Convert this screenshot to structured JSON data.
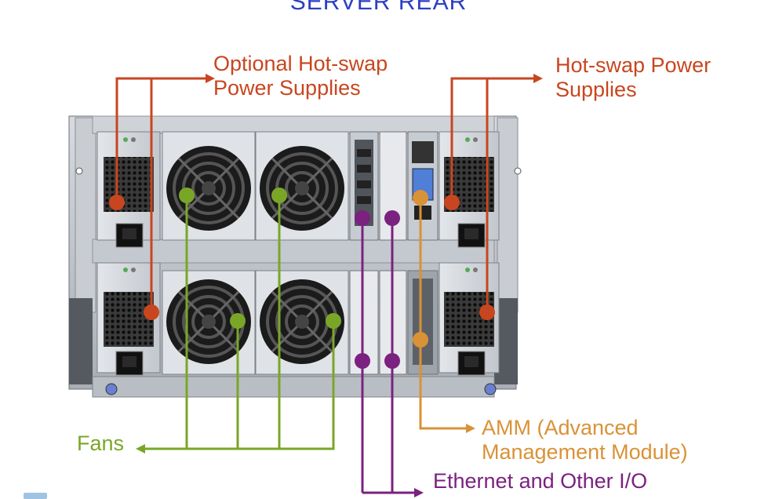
{
  "title": "Server Rear",
  "labels": {
    "optional_psu": [
      "Optional Hot-swap",
      "Power Supplies"
    ],
    "psu": [
      "Hot-swap Power",
      "Supplies"
    ],
    "fans": "Fans",
    "amm": [
      "AMM (Advanced",
      "Management Module)"
    ],
    "ethernet": "Ethernet and Other I/O"
  },
  "colors": {
    "power_supplies": "#c8461f",
    "fans": "#7aa628",
    "amm": "#d99236",
    "io": "#7b2180"
  }
}
